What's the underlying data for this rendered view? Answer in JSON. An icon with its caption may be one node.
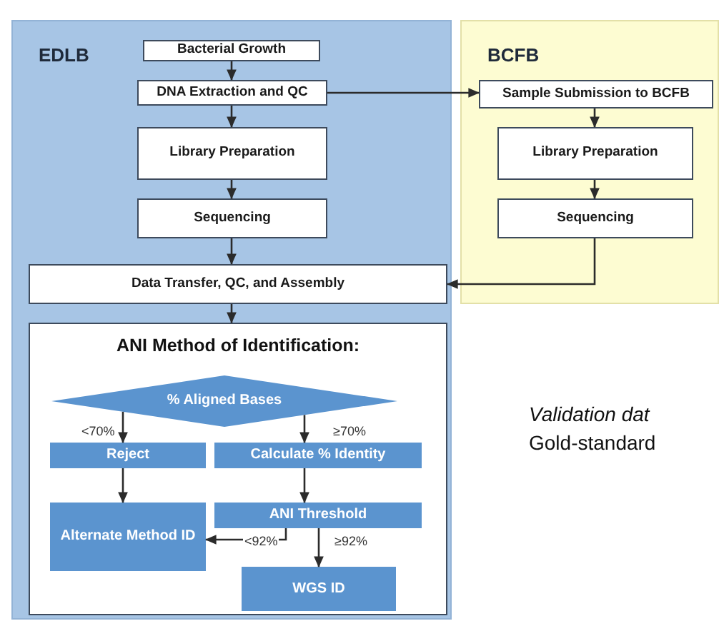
{
  "diagram": {
    "nodes": [
      {
        "text": [
          "EDLB"
        ]
      },
      {
        "text": [
          "BCFB"
        ]
      },
      {
        "text": [
          "Bacterial Growth"
        ],
        "in": 0
      },
      {
        "text": [
          "DNA Extraction and QC"
        ],
        "in": 0
      },
      {
        "text": [
          "Library Preparation"
        ],
        "in": 0
      },
      {
        "text": [
          "Sequencing"
        ],
        "in": 0
      },
      {
        "text": [
          "Data Transfer, QC, and Assembly"
        ],
        "in": 0
      },
      {
        "text": [
          "ANI Method of Identification:"
        ],
        "in": 0
      },
      {
        "text": [
          "% Aligned Bases"
        ],
        "in": 7
      },
      {
        "text": [
          "Reject"
        ],
        "in": 7
      },
      {
        "text": [
          "Calculate % Identity"
        ],
        "in": 7
      },
      {
        "text": [
          "Alternate Method ID"
        ],
        "in": 7
      },
      {
        "text": [
          "ANI Threshold"
        ],
        "in": 7
      },
      {
        "text": [
          "WGS ID"
        ],
        "in": 7
      },
      {
        "text": [
          "Sample Submission to BCFB"
        ],
        "in": 1
      },
      {
        "text": [
          "Library Preparation"
        ],
        "in": 1
      },
      {
        "text": [
          "Sequencing"
        ],
        "in": 1
      }
    ],
    "edges": [
      {
        "from": 2,
        "to": 3,
        "arrow": "to"
      },
      {
        "from": 3,
        "to": 14,
        "arrow": "to"
      },
      {
        "from": 3,
        "to": 4,
        "arrow": "to"
      },
      {
        "from": 4,
        "to": 5,
        "arrow": "to"
      },
      {
        "from": 5,
        "to": 6,
        "arrow": "to"
      },
      {
        "from": 14,
        "to": 15,
        "arrow": "to"
      },
      {
        "from": 15,
        "to": 16,
        "arrow": "to"
      },
      {
        "from": 16,
        "to": 6,
        "arrow": "to"
      },
      {
        "from": 6,
        "to": 7,
        "arrow": "to"
      },
      {
        "from": 8,
        "to": 9,
        "arrow": "to",
        "label": "<70%"
      },
      {
        "from": 8,
        "to": 10,
        "arrow": "to",
        "label": "≥70%"
      },
      {
        "from": 9,
        "to": 11,
        "arrow": "to"
      },
      {
        "from": 10,
        "to": 12,
        "arrow": "to"
      },
      {
        "from": 12,
        "to": 11,
        "arrow": "to",
        "label": "<92%"
      },
      {
        "from": 12,
        "to": 13,
        "arrow": "to",
        "label": "≥92%"
      }
    ],
    "labels": [
      "Validation dat",
      "Gold-standard"
    ]
  }
}
